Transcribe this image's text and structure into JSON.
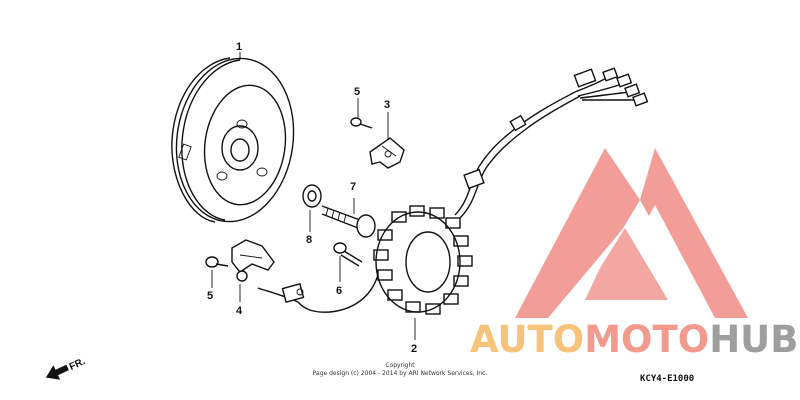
{
  "diagram": {
    "part_labels": [
      "1",
      "2",
      "3",
      "4",
      "5",
      "5",
      "6",
      "7",
      "8"
    ],
    "front_indicator": "FR.",
    "copyright_line1": "Copyright",
    "copyright_line2": "Page design (c) 2004 - 2014 by ARI Network Services, Inc.",
    "diagram_code": "KCY4-E1000"
  },
  "watermark": {
    "part1": "AUTO",
    "part2": "MOTO",
    "part3": "HUB",
    "colors": {
      "part1": "#f7c27a",
      "part2": "#f29a8e",
      "part3": "#9e9e9e",
      "logo": "#f08c86"
    }
  }
}
